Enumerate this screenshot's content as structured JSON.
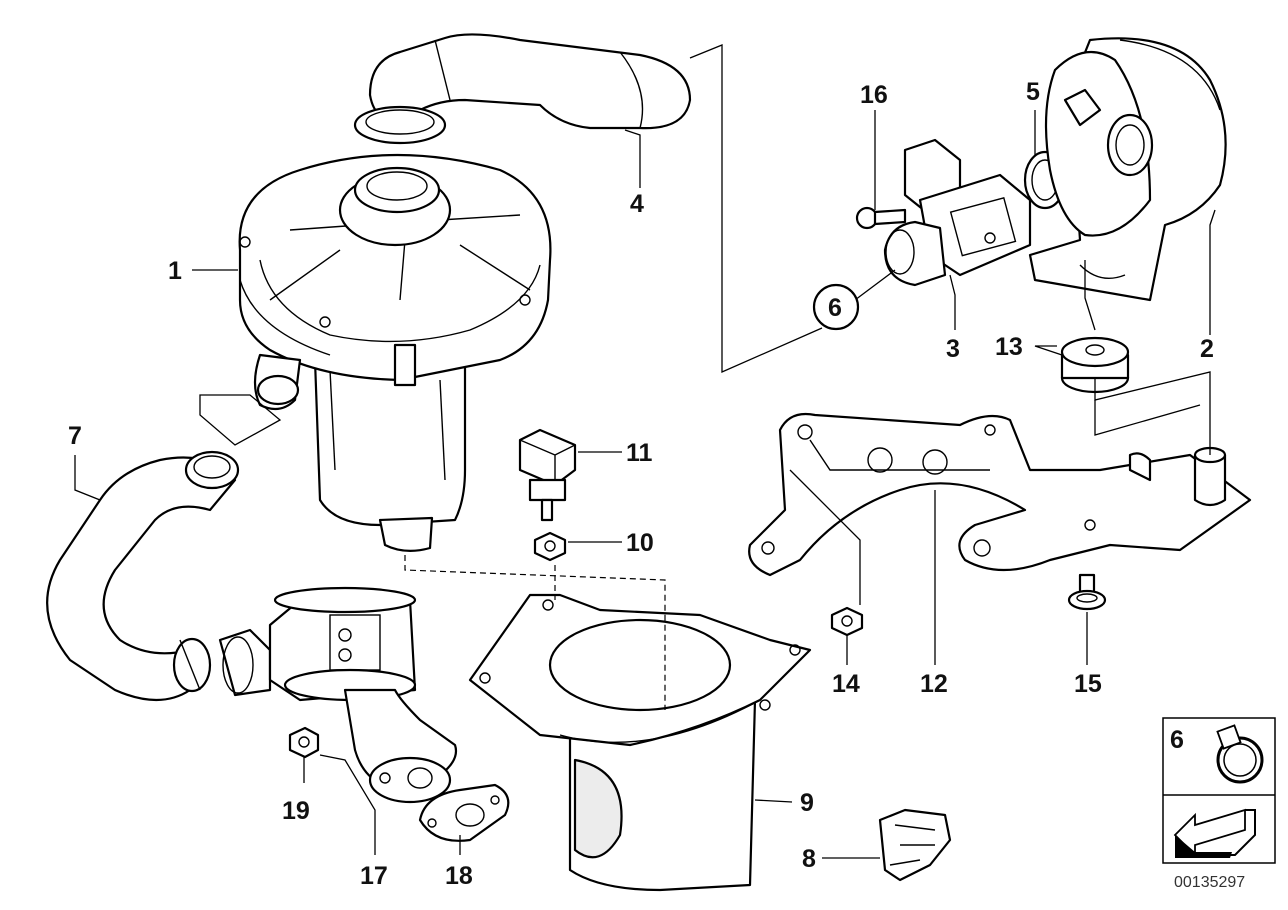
{
  "labels": {
    "p1": "1",
    "p2": "2",
    "p3": "3",
    "p4": "4",
    "p5": "5",
    "p6": "6",
    "p7": "7",
    "p8": "8",
    "p9": "9",
    "p10": "10",
    "p11": "11",
    "p12": "12",
    "p13": "13",
    "p14": "14",
    "p15": "15",
    "p16": "16",
    "p17": "17",
    "p18": "18",
    "p19": "19"
  },
  "legend": {
    "part_number": "6"
  },
  "diagram_id": "00135297"
}
